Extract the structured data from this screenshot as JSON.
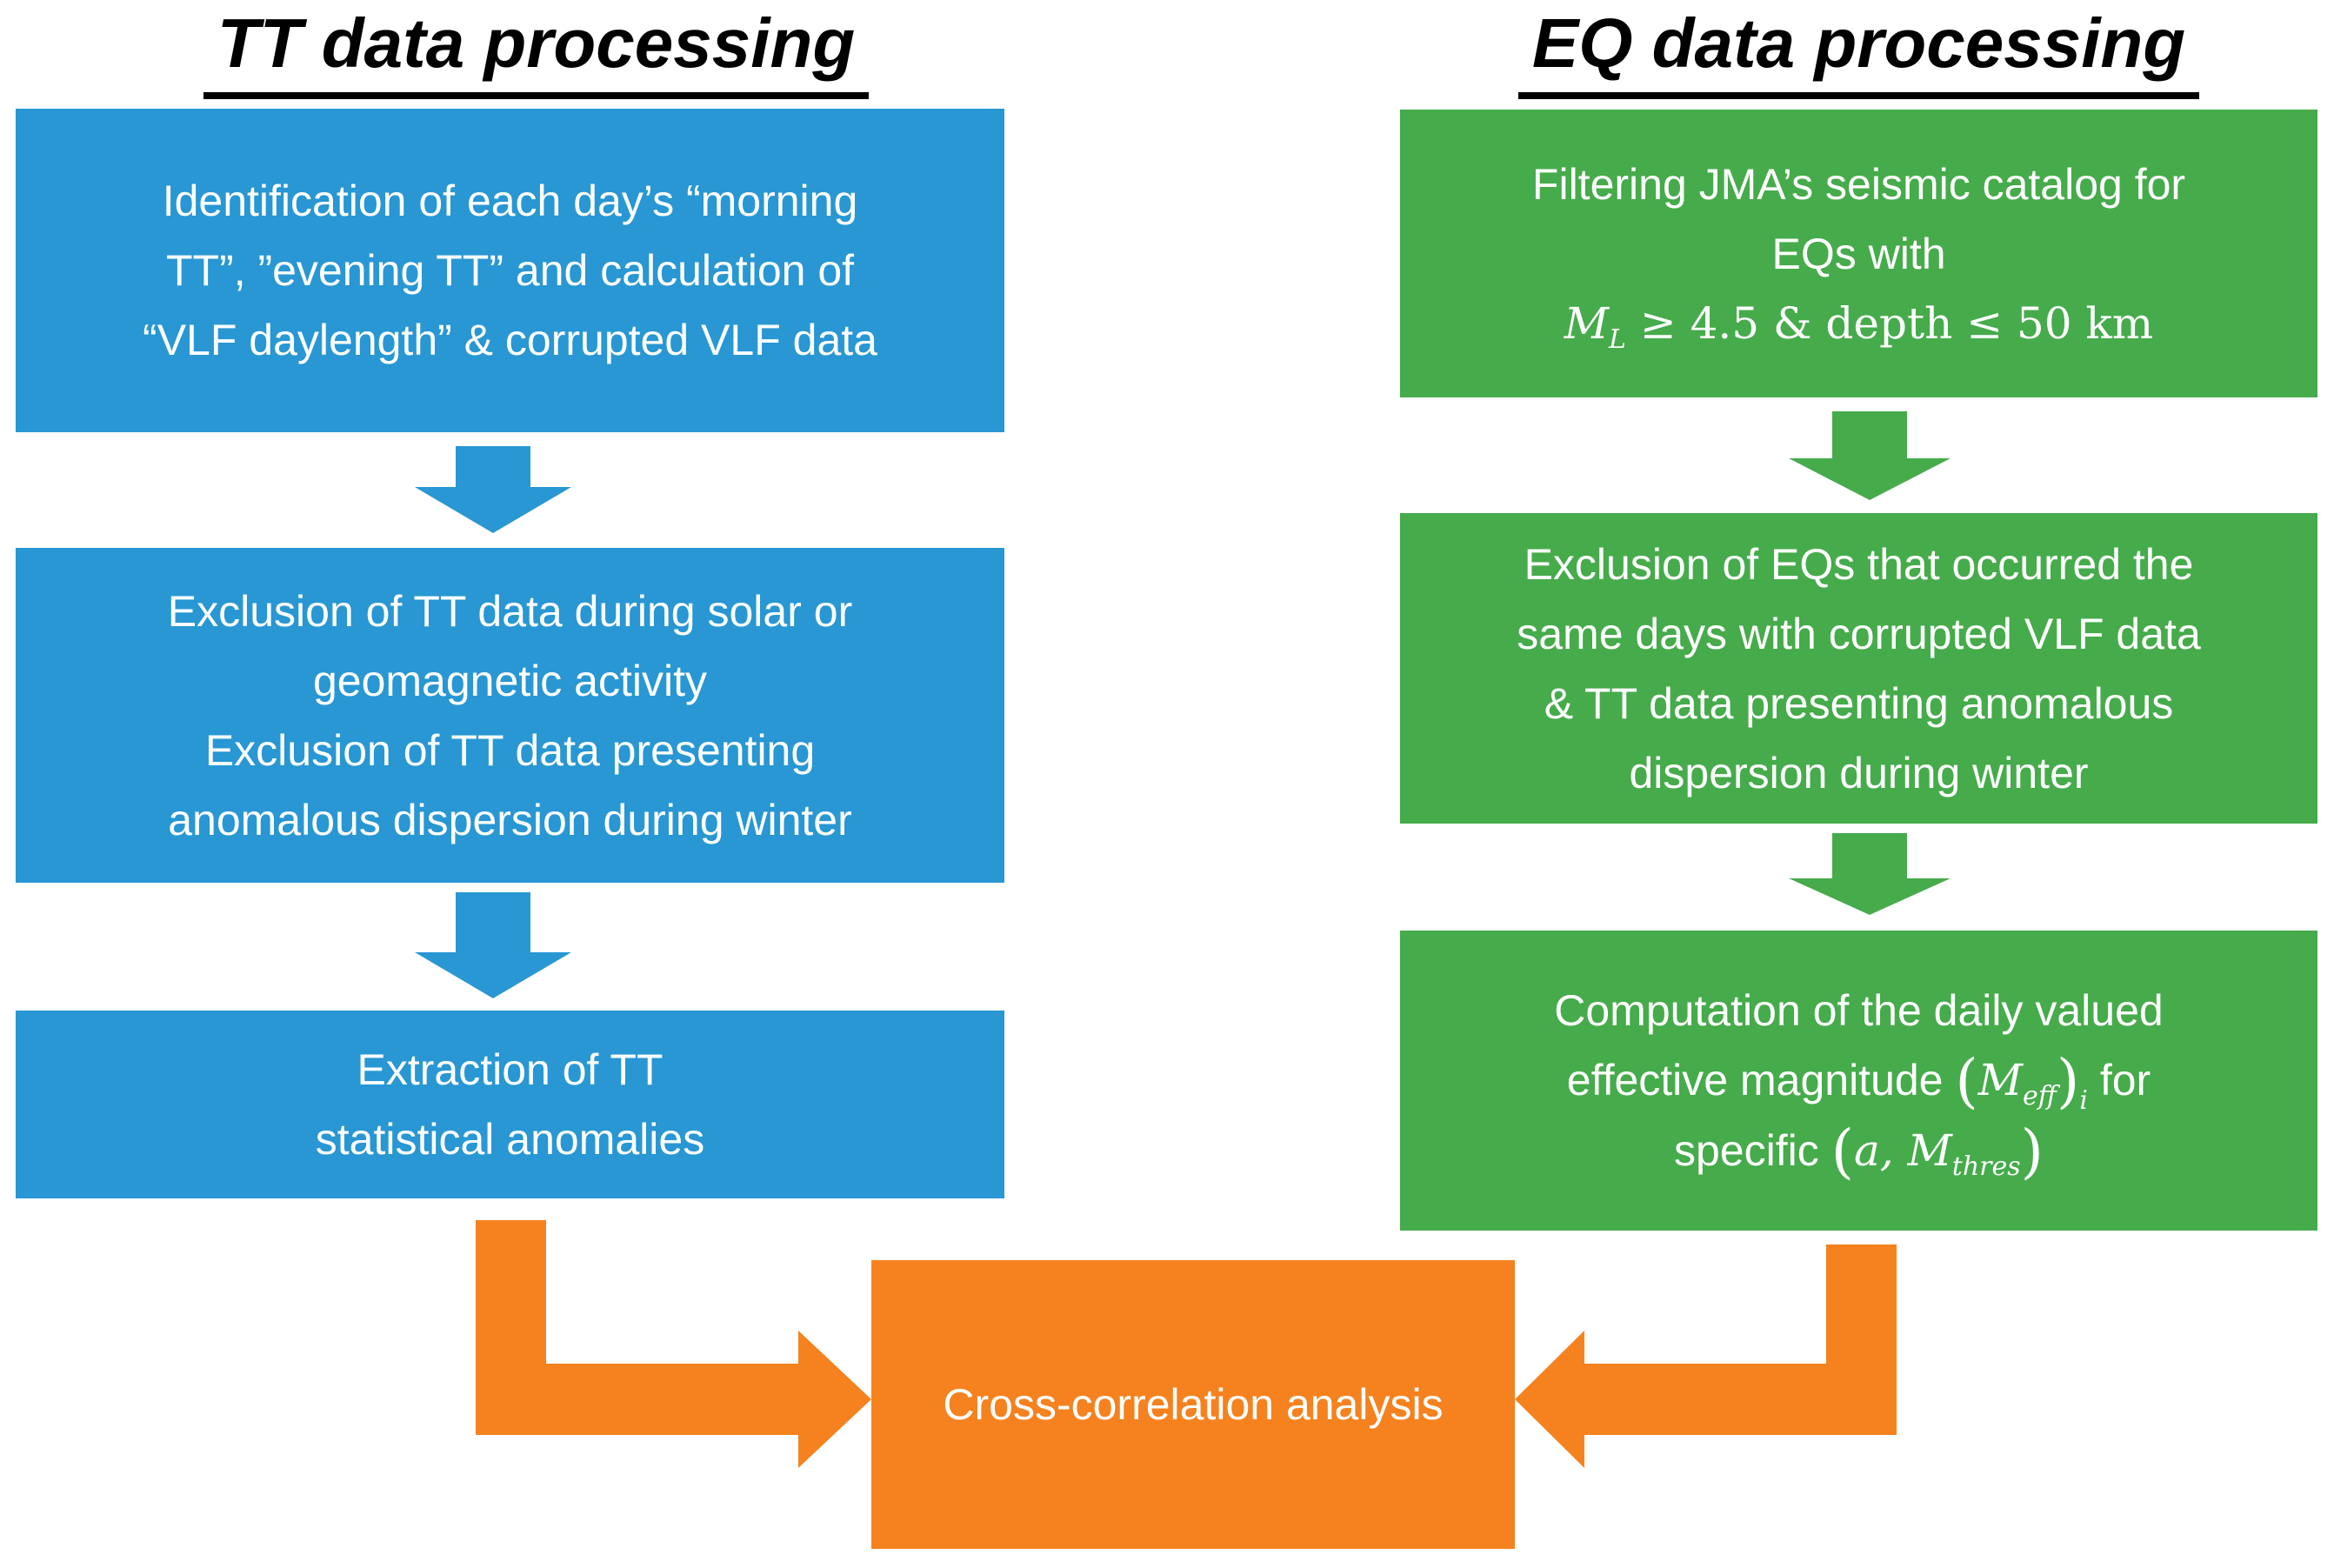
{
  "colors": {
    "blue": "#2897D3",
    "green": "#46AB4B",
    "orange": "#F5821F",
    "title_text": "#000000",
    "box_text": "#FFFFFF"
  },
  "left": {
    "title": "TT data processing",
    "box1_lines": [
      "Identification of each day’s “morning",
      "TT”, ”evening TT” and calculation of",
      "“VLF daylength” & corrupted VLF data"
    ],
    "box2_lines": [
      "Exclusion of TT data during solar or",
      "geomagnetic activity",
      "Exclusion of TT data presenting",
      "anomalous dispersion during winter"
    ],
    "box3_lines": [
      "Extraction of TT",
      "statistical anomalies"
    ]
  },
  "right": {
    "title": "EQ data processing",
    "box1_lines": [
      "Filtering JMA’s seismic catalog for",
      "EQs with"
    ],
    "box1_math": {
      "variable": "M",
      "subscript": "L",
      "rest": "≥ 4.5 & depth ≤ 50 km"
    },
    "box2_lines": [
      "Exclusion of EQs that occurred the",
      "same days with corrupted VLF data",
      "& TT data presenting anomalous",
      "dispersion during winter"
    ],
    "box3_line1": "Computation of the daily valued",
    "box3_line2_pre": "effective magnitude",
    "box3_meff": {
      "open": "(",
      "variable": "M",
      "subscript": "eff",
      "close": ")",
      "outer_subscript": "i"
    },
    "box3_line2_post": "for",
    "box3_line3_pre": "specific",
    "box3_spec": {
      "open": "(",
      "variable_a": "a,",
      "variable_m": "M",
      "subscript": "thres",
      "close": ")"
    }
  },
  "center_box": {
    "label": "Cross-correlation analysis"
  }
}
